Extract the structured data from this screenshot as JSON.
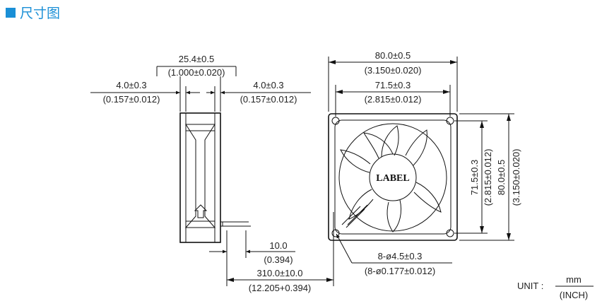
{
  "header": {
    "title": "尺寸图"
  },
  "side_view": {
    "width_total": "25.4±0.5",
    "width_total_inch": "(1.000±0.020)",
    "flange_left": "4.0±0.3",
    "flange_left_inch": "(0.157±0.012)",
    "flange_right": "4.0±0.3",
    "flange_right_inch": "(0.157±0.012)"
  },
  "front_view": {
    "outer_width": "80.0±0.5",
    "outer_width_inch": "(3.150±0.020)",
    "hole_pitch": "71.5±0.3",
    "hole_pitch_inch": "(2.815±0.012)",
    "hole_pitch_v": "71.5±0.3",
    "hole_pitch_v_inch": "(2.815±0.012)",
    "outer_height": "80.0±0.5",
    "outer_height_inch": "(3.150±0.020)",
    "label": "LABEL",
    "holes": "8-ø4.5±0.3",
    "holes_inch": "(8-ø0.177±0.012)"
  },
  "leads": {
    "strip": "10.0",
    "strip_inch": "(0.394)",
    "length": "310.0±10.0",
    "length_inch": "(12.205+0.394)"
  },
  "unit": {
    "prefix": "UNIT :",
    "top": "mm",
    "bottom": "(INCH)"
  }
}
